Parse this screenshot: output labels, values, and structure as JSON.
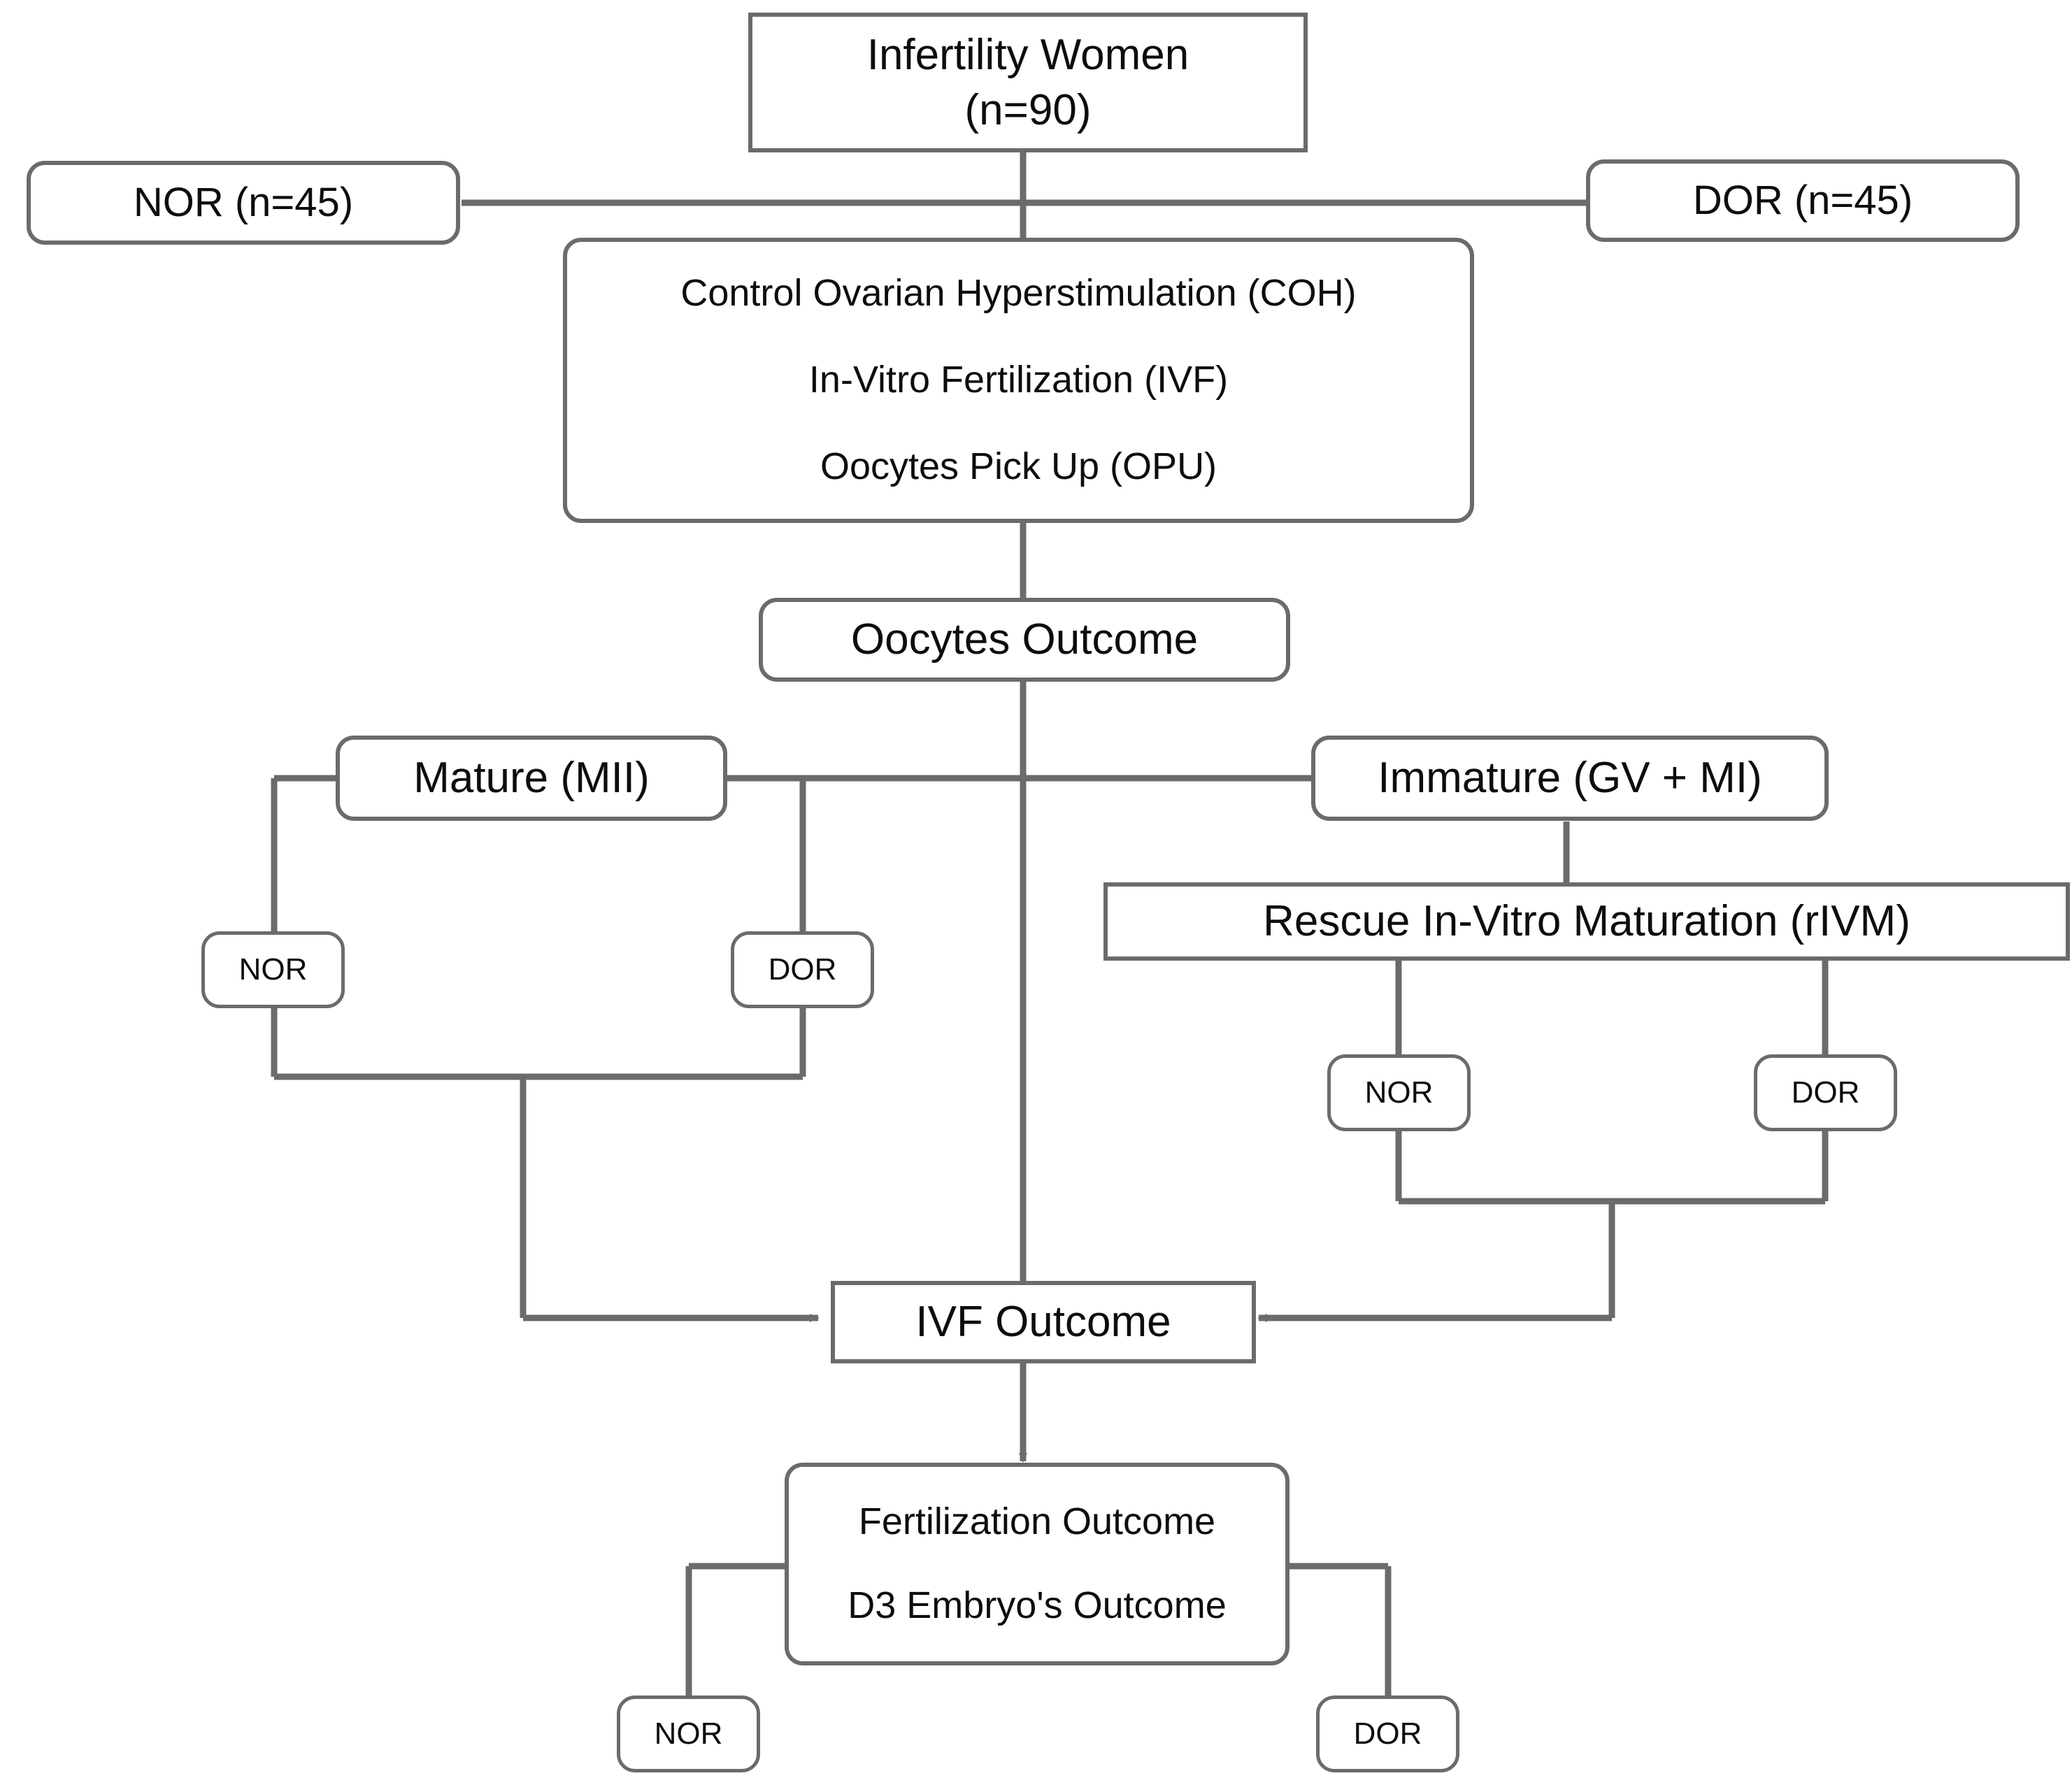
{
  "diagram": {
    "title": "IVF / rIVM study flowchart",
    "stroke_color": "#6b6b6b",
    "text_color": "#0d0d0d",
    "background_color": "#ffffff"
  },
  "nodes": {
    "infertility_women": {
      "line1": "Infertility Women",
      "line2": "(n=90)"
    },
    "nor_group": {
      "label": "NOR (n=45)"
    },
    "dor_group": {
      "label": "DOR (n=45)"
    },
    "procedures": {
      "line1": "Control Ovarian Hyperstimulation (COH)",
      "line2": "In-Vitro Fertilization (IVF)",
      "line3": "Oocytes Pick Up (OPU)"
    },
    "oocytes_outcome": {
      "label": "Oocytes Outcome"
    },
    "mature": {
      "label": "Mature (MII)"
    },
    "immature": {
      "label": "Immature (GV + MI)"
    },
    "rivm": {
      "label": "Rescue In-Vitro Maturation (rIVM)"
    },
    "mature_nor": {
      "label": "NOR"
    },
    "mature_dor": {
      "label": "DOR"
    },
    "rivm_nor": {
      "label": "NOR"
    },
    "rivm_dor": {
      "label": "DOR"
    },
    "ivf_outcome": {
      "label": "IVF Outcome"
    },
    "fertilization": {
      "line1": "Fertilization Outcome",
      "line2": "D3 Embryo's Outcome"
    },
    "final_nor": {
      "label": "NOR"
    },
    "final_dor": {
      "label": "DOR"
    }
  }
}
